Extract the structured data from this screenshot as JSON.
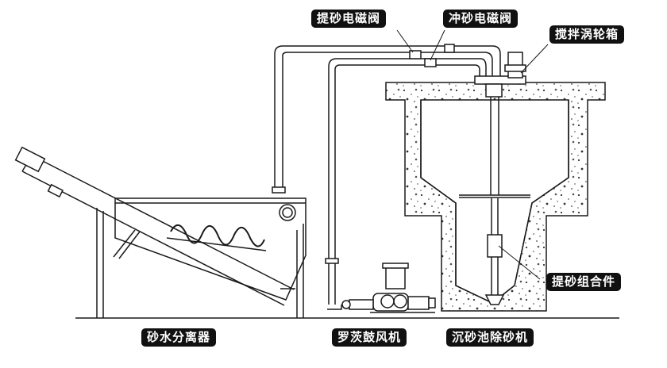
{
  "labels": {
    "lift_valve": "提砂电磁阀",
    "flush_valve": "冲砂电磁阀",
    "gearbox": "搅拌涡轮箱",
    "lift_assembly": "提砂组合件",
    "separator": "砂水分离器",
    "blower": "罗茨鼓风机",
    "grit_chamber": "沉砂池除砂机"
  },
  "colors": {
    "line": "#1a1a1a",
    "concrete": "#ffffff",
    "label_bg": "#111111",
    "label_text": "#ffffff"
  }
}
